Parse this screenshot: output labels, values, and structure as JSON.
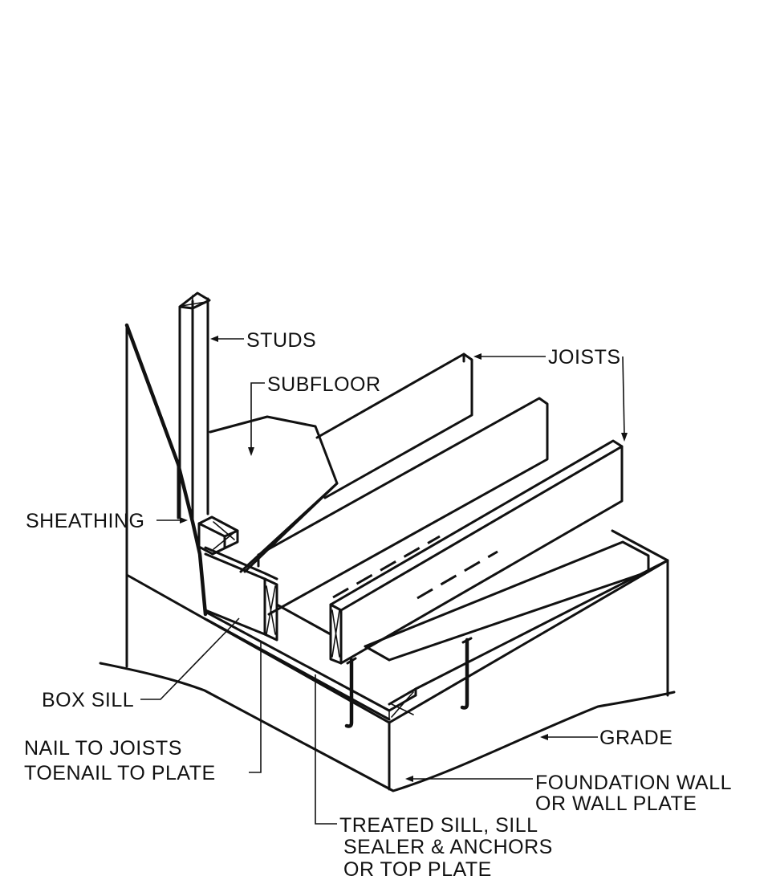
{
  "labels": {
    "studs": "STUDS",
    "subfloor": "SUBFLOOR",
    "joists": "JOISTS",
    "sheathing": "SHEATHING",
    "box_sill": "BOX SILL",
    "nail_line1": "NAIL TO JOISTS",
    "nail_line2": "TOENAIL TO PLATE",
    "grade": "GRADE",
    "foundation_line1": "FOUNDATION WALL",
    "foundation_line2": "OR WALL PLATE",
    "treated_line1": "TREATED SILL, SILL",
    "treated_line2": "SEALER & ANCHORS",
    "treated_line3": "OR TOP PLATE"
  }
}
